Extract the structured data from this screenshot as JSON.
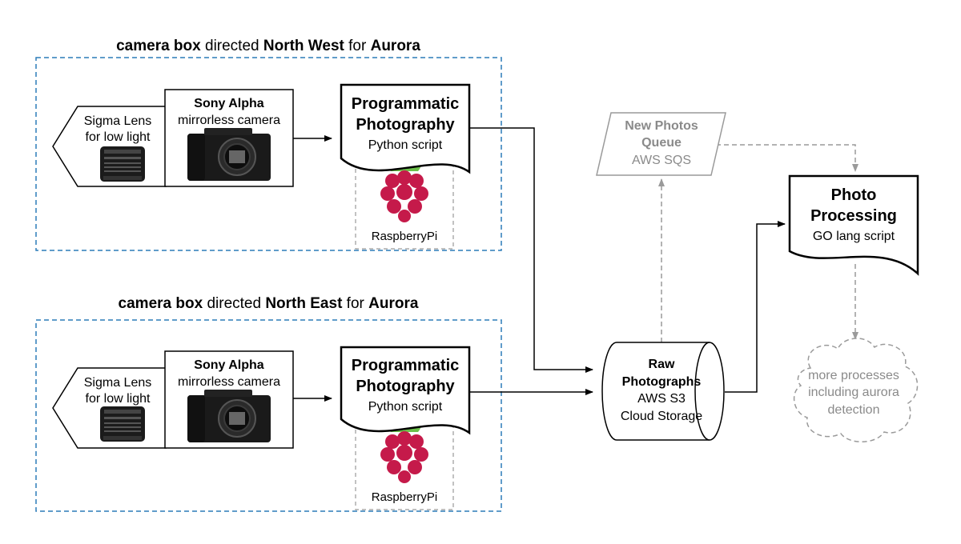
{
  "boxes": [
    {
      "title": {
        "label1": "camera box",
        "mid": " directed ",
        "label2": "North West",
        "pre": " for ",
        "label3": "Aurora"
      },
      "lens": {
        "line1": "Sigma Lens",
        "line2": "for low light",
        "icon": "lens-photo-icon"
      },
      "camera": {
        "line1": "Sony Alpha",
        "line2": "mirrorless camera",
        "icon": "camera-photo-icon"
      },
      "script": {
        "line1": "Programmatic",
        "line2": "Photography",
        "line3": "Python script"
      },
      "pi": {
        "label": "RaspberryPi",
        "icon": "raspberry-pi-logo"
      }
    },
    {
      "title": {
        "label1": "camera box",
        "mid": " directed ",
        "label2": "North East",
        "pre": " for ",
        "label3": "Aurora"
      },
      "lens": {
        "line1": "Sigma Lens",
        "line2": "for low light",
        "icon": "lens-photo-icon"
      },
      "camera": {
        "line1": "Sony Alpha",
        "line2": "mirrorless camera",
        "icon": "camera-photo-icon"
      },
      "script": {
        "line1": "Programmatic",
        "line2": "Photography",
        "line3": "Python script"
      },
      "pi": {
        "label": "RaspberryPi",
        "icon": "raspberry-pi-logo"
      }
    }
  ],
  "queue": {
    "line1": "New Photos",
    "line2": "Queue",
    "line3": "AWS SQS"
  },
  "storage": {
    "line1": "Raw",
    "line2": "Photographs",
    "line3": "AWS S3",
    "line4": "Cloud Storage"
  },
  "processing": {
    "line1": "Photo",
    "line2": "Processing",
    "line3": "GO lang script"
  },
  "cloud": {
    "line1": "more processes",
    "line2": "including aurora",
    "line3": "detection"
  },
  "colors": {
    "box_border": "#2b7bb9",
    "inactive_grey": "#9a9a9a",
    "raspberry": "#c51a4a",
    "leaf": "#6cc04a"
  }
}
